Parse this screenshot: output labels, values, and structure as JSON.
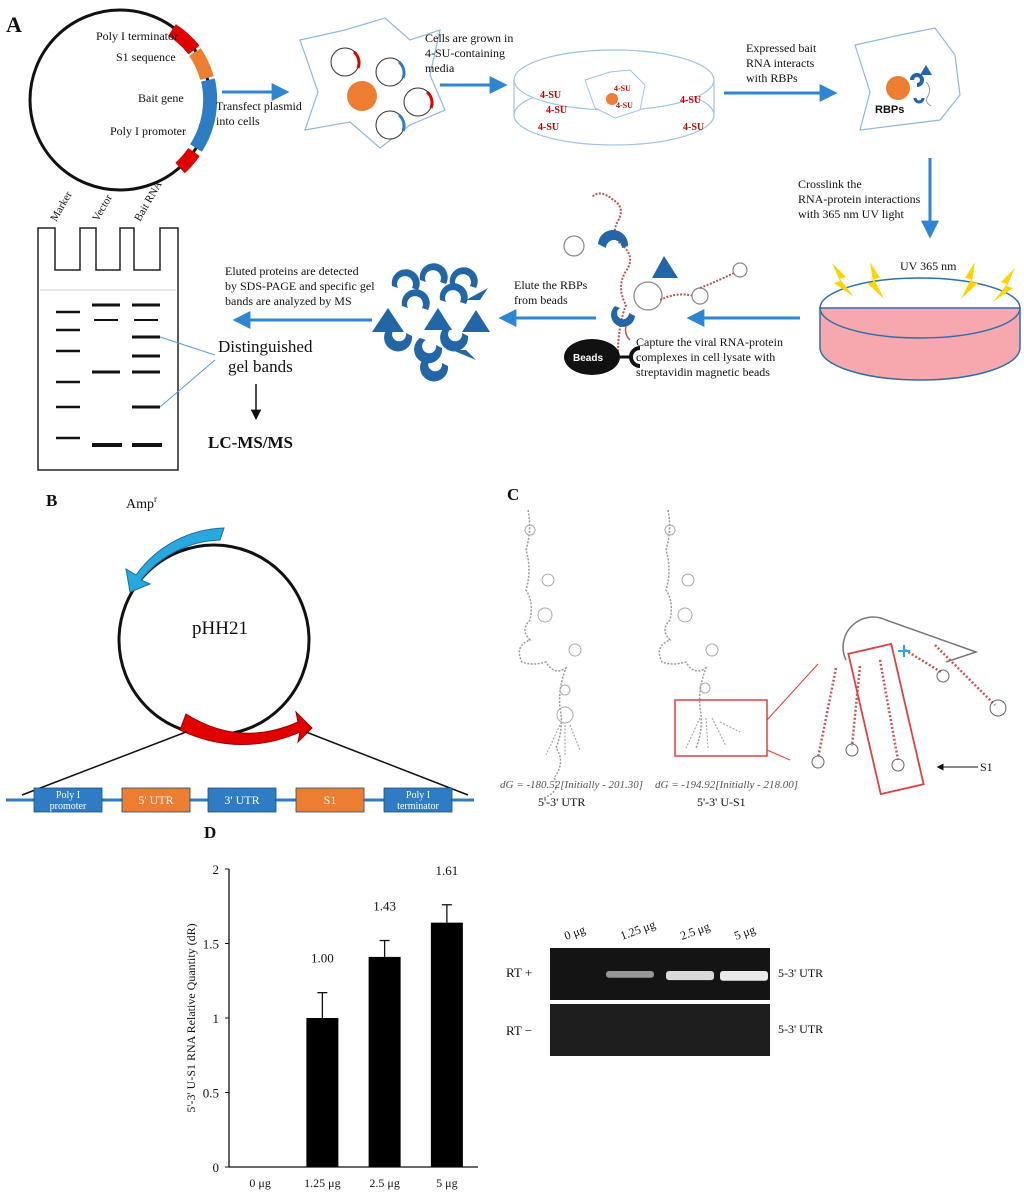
{
  "colors": {
    "arrow_blue": "#2e86d3",
    "box_blue": "#2e7dc4",
    "orange": "#ed7d31",
    "red": "#e00000",
    "cyan_arrow": "#29a8e0",
    "dish_pink": "#f7a8ae",
    "lightning": "#ffd400",
    "protein_blue": "#2266a8",
    "su_red": "#c00000"
  },
  "panel_labels": {
    "a": "A",
    "b": "B",
    "c": "C",
    "d": "D"
  },
  "panel_a": {
    "plasmid_labels": [
      "Poly I terminator",
      "S1 sequence",
      "Bait gene",
      "Poly I promoter"
    ],
    "steps": {
      "transfect": [
        "Transfect plasmid",
        "into cells"
      ],
      "grown": [
        "Cells are grown in",
        "4-SU-containing",
        "media"
      ],
      "interacts": [
        "Expressed bait",
        "RNA interacts",
        "with RBPs"
      ],
      "crosslink": [
        "Crosslink the",
        "RNA-protein interactions",
        "with 365 nm UV light"
      ],
      "capture": [
        "Capture the viral RNA-protein",
        "complexes in cell lysate with",
        "streptavidin magnetic beads"
      ],
      "elute": [
        "Elute the RBPs",
        "from beads"
      ],
      "detected": [
        "Eluted proteins are detected",
        "by SDS-PAGE and specific gel",
        "bands are analyzed by MS"
      ]
    },
    "su_label": "4-SU",
    "rbps_label": "RBPs",
    "uv_label": "UV 365 nm",
    "beads_label": "Beads",
    "gel_lanes": [
      "Marker",
      "Vector",
      "Bait RNA"
    ],
    "distinguished": [
      "Distinguished",
      "gel bands"
    ],
    "lcms": "LC-MS/MS"
  },
  "panel_b": {
    "plasmid_name": "pHH21",
    "amp_label": "Amp",
    "amp_sup": "r",
    "segments": [
      {
        "lines": [
          "Poly I",
          "promoter"
        ],
        "color": "#2e7dc4"
      },
      {
        "lines": [
          "5' UTR"
        ],
        "color": "#ed7d31"
      },
      {
        "lines": [
          "3' UTR"
        ],
        "color": "#2e7dc4"
      },
      {
        "lines": [
          "S1"
        ],
        "color": "#ed7d31"
      },
      {
        "lines": [
          "Poly I",
          "terminator"
        ],
        "color": "#2e7dc4"
      }
    ]
  },
  "panel_c": {
    "structures": [
      {
        "dg": "dG = -180.52[Initially - 201.30]",
        "name": "5'-3' UTR"
      },
      {
        "dg": "dG = -194.92[Initially - 218.00]",
        "name": "5'-3' U-S1"
      }
    ],
    "s1_label": "S1"
  },
  "chart_data": {
    "type": "bar",
    "categories": [
      "0 μg",
      "1.25 μg",
      "2.5 μg",
      "5 μg"
    ],
    "values": [
      0,
      1.0,
      1.41,
      1.64
    ],
    "errors": [
      0,
      0.17,
      0.11,
      0.12
    ],
    "data_labels": [
      "",
      "1.00",
      "1.43",
      "1.61"
    ],
    "ylabel": "5'-3' U-S1 RNA Relative Quantity (dR)",
    "ylim": [
      0,
      2
    ],
    "yticks": [
      "0",
      "0.5",
      "1",
      "1.5",
      "2"
    ],
    "bar_color": "#000000",
    "grid": false
  },
  "panel_d_gel": {
    "lanes": [
      "0 μg",
      "1.25 μg",
      "2.5 μg",
      "5 μg"
    ],
    "rows": [
      {
        "label": "RT +",
        "product": "5-3' UTR",
        "band_intensity": [
          0,
          0.45,
          0.85,
          0.95
        ]
      },
      {
        "label": "RT −",
        "product": "5-3' UTR",
        "band_intensity": [
          0,
          0,
          0,
          0
        ]
      }
    ]
  }
}
